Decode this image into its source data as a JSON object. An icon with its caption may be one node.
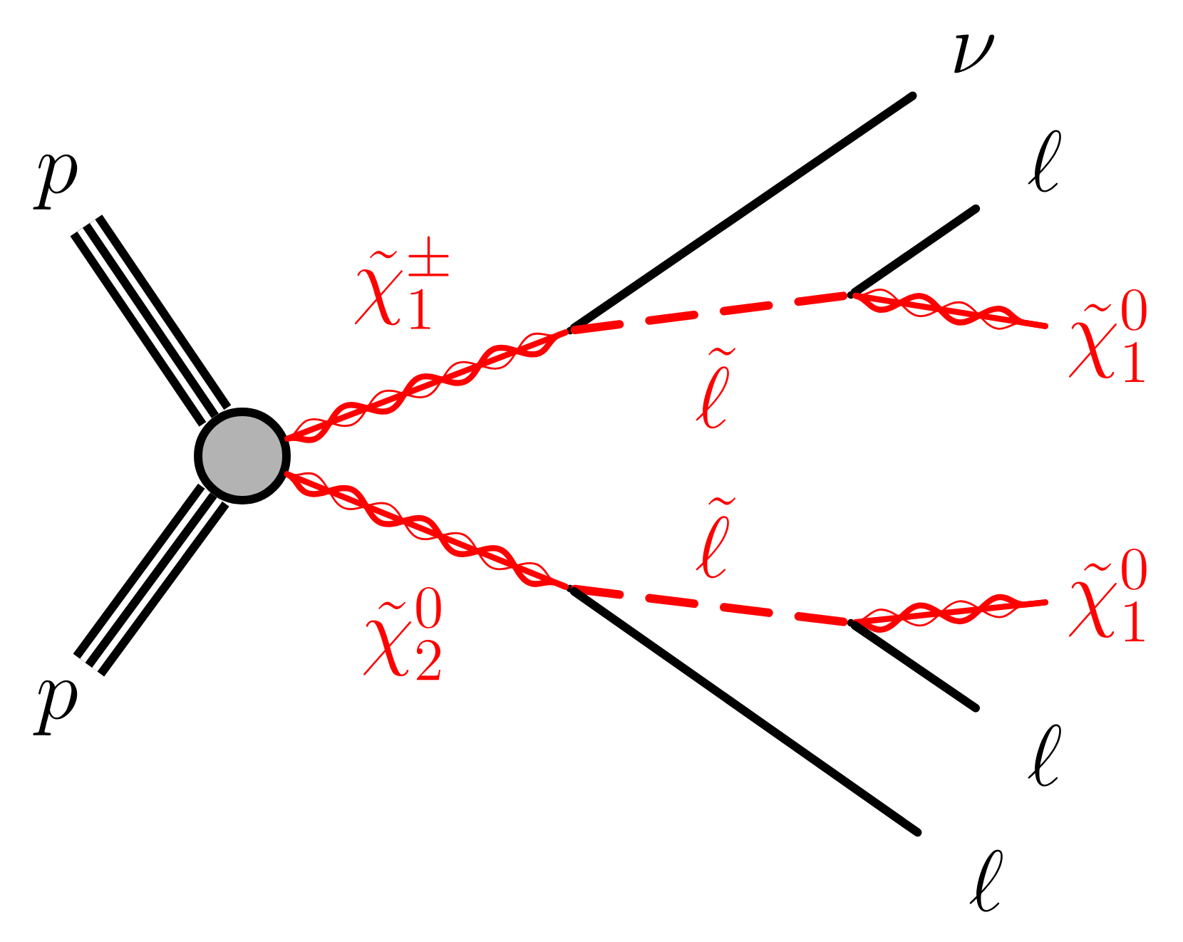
{
  "diagram": {
    "nodes": [
      {
        "text": [
          "p"
        ]
      },
      {
        "text": [
          "p"
        ]
      },
      {
        "text": [],
        "shape": "circle"
      },
      {
        "text": [],
        "shape": "point"
      },
      {
        "text": [],
        "shape": "point"
      },
      {
        "text": [],
        "shape": "point"
      },
      {
        "text": [],
        "shape": "point"
      },
      {
        "text": [
          "\\nu"
        ]
      },
      {
        "text": [
          "\\ell"
        ]
      },
      {
        "text": [
          "\\tilde{\\chi}_1^0"
        ]
      },
      {
        "text": [
          "\\tilde{\\chi}_1^0"
        ]
      },
      {
        "text": [
          "\\ell"
        ]
      },
      {
        "text": [
          "\\ell"
        ]
      }
    ],
    "edges": [
      {
        "from": 0,
        "to": 2,
        "arrow": "none",
        "style": "thick"
      },
      {
        "from": 1,
        "to": 2,
        "arrow": "none",
        "style": "thick"
      },
      {
        "from": 2,
        "to": 3,
        "arrow": "none",
        "color": "#ff0000",
        "label": "\\tilde{\\chi}_1^{\\pm}"
      },
      {
        "from": 2,
        "to": 5,
        "arrow": "none",
        "color": "#ff0000",
        "label": "\\tilde{\\chi}_2^0"
      },
      {
        "from": 3,
        "to": 7,
        "arrow": "none"
      },
      {
        "from": 3,
        "to": 4,
        "arrow": "none",
        "style": "dashed",
        "color": "#ff0000",
        "label": "\\tilde{\\ell}"
      },
      {
        "from": 4,
        "to": 8,
        "arrow": "none"
      },
      {
        "from": 4,
        "to": 9,
        "arrow": "none",
        "color": "#ff0000"
      },
      {
        "from": 5,
        "to": 6,
        "arrow": "none",
        "style": "dashed",
        "color": "#ff0000",
        "label": "\\tilde{\\ell}"
      },
      {
        "from": 6,
        "to": 10,
        "arrow": "none",
        "color": "#ff0000"
      },
      {
        "from": 6,
        "to": 11,
        "arrow": "none"
      },
      {
        "from": 5,
        "to": 12,
        "arrow": "none"
      }
    ]
  }
}
